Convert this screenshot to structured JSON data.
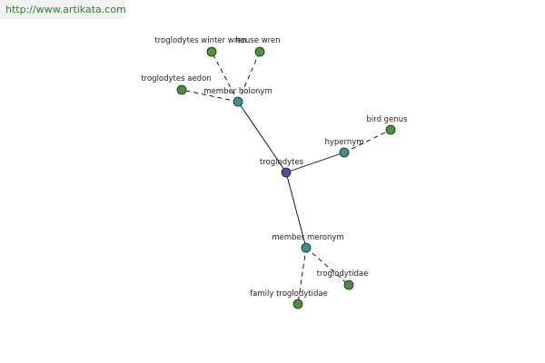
{
  "banner": {
    "url_text": "http://www.artikata.com"
  },
  "colors": {
    "center": "#4a4fa0",
    "relation": "#3f8f8f",
    "leaf": "#4f8f3f",
    "banner_text": "#2f7d2f",
    "banner_bg": "#f2f2f2"
  },
  "graph": {
    "nodes": [
      {
        "id": "troglodytes",
        "label": "troglodytes",
        "kind": "center"
      },
      {
        "id": "member-holonym",
        "label": "member holonym",
        "kind": "relation"
      },
      {
        "id": "hypernym",
        "label": "hypernym",
        "kind": "relation"
      },
      {
        "id": "member-meronym",
        "label": "member meronym",
        "kind": "relation"
      },
      {
        "id": "troglodytes-winter-wren",
        "label": "troglodytes winter wren",
        "kind": "leaf"
      },
      {
        "id": "house-wren",
        "label": "house wren",
        "kind": "leaf"
      },
      {
        "id": "troglodytes-aedon",
        "label": "troglodytes aedon",
        "kind": "leaf"
      },
      {
        "id": "bird-genus",
        "label": "bird genus",
        "kind": "leaf"
      },
      {
        "id": "troglodytidae",
        "label": "troglodytidae",
        "kind": "leaf"
      },
      {
        "id": "family-troglodytidae",
        "label": "family troglodytidae",
        "kind": "leaf"
      }
    ],
    "edges": [
      {
        "from": "troglodytes",
        "to": "member-holonym",
        "style": "solid"
      },
      {
        "from": "troglodytes",
        "to": "hypernym",
        "style": "solid"
      },
      {
        "from": "troglodytes",
        "to": "member-meronym",
        "style": "solid"
      },
      {
        "from": "member-holonym",
        "to": "troglodytes-winter-wren",
        "style": "dashed"
      },
      {
        "from": "member-holonym",
        "to": "house-wren",
        "style": "dashed"
      },
      {
        "from": "member-holonym",
        "to": "troglodytes-aedon",
        "style": "dashed"
      },
      {
        "from": "hypernym",
        "to": "bird-genus",
        "style": "dashed"
      },
      {
        "from": "member-meronym",
        "to": "troglodytidae",
        "style": "dashed"
      },
      {
        "from": "member-meronym",
        "to": "family-troglodytidae",
        "style": "dashed"
      }
    ]
  }
}
